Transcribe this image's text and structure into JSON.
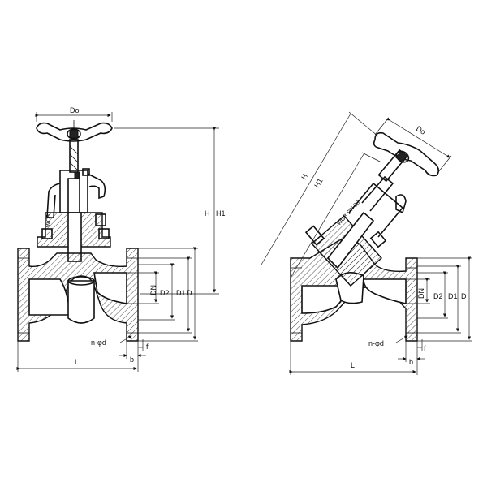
{
  "left_view": {
    "labels": {
      "handwheel_dia": "Do",
      "height": "H",
      "height1": "H1",
      "nominal_dia": "DN",
      "dia2": "D2",
      "dia1": "D1",
      "flange_dia": "D",
      "bolt_holes": "n-φd",
      "raised_face": "f",
      "flange_thk": "b",
      "length": "L",
      "body_marking": "WCB"
    }
  },
  "right_view": {
    "labels": {
      "handwheel_dia": "Do",
      "height": "H",
      "height1": "H1",
      "nominal_dia": "DN",
      "dia2": "D2",
      "dia1": "D1",
      "flange_dia": "D",
      "bolt_holes": "n-φd",
      "raised_face": "f",
      "flange_thk": "b",
      "length": "L",
      "body_marking": "WCB DN 80"
    }
  },
  "colors": {
    "line": "#111111",
    "background": "#ffffff"
  }
}
